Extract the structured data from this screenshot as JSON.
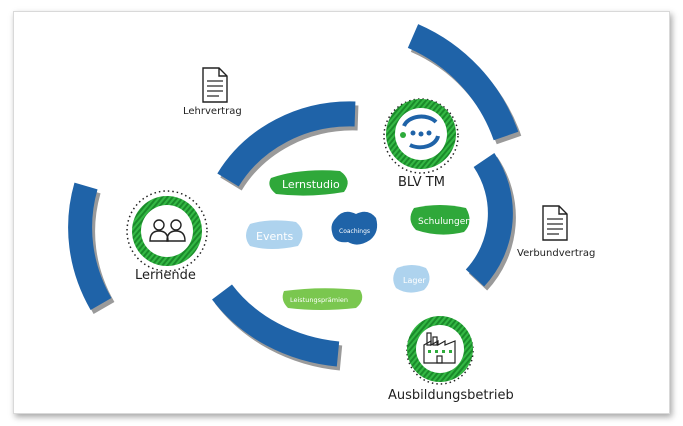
{
  "nodes": {
    "lernende": "Lernende",
    "blv": "BLV TM",
    "betrieb": "Ausbildungsbetrieb"
  },
  "contracts": {
    "lehrvertrag": "Lehrvertrag",
    "verbundvertrag": "Verbundvertrag"
  },
  "offers": {
    "lernstudio": "Lernstudio",
    "events": "Events",
    "coachings": "Coachings",
    "schulungen": "Schulungen",
    "lager": "Lager",
    "leistungspraemien": "Leistungsprämien"
  },
  "colors": {
    "ring_blue": "#1f63a8",
    "ring_shadow": "#9a9a9a",
    "green_dark": "#1a8a2a",
    "green_mid": "#2eab3b",
    "blob_blue": "#aed3ee",
    "blob_green": "#2fa83a"
  },
  "icons": [
    "document-icon",
    "people-icon",
    "blv-logo-icon",
    "factory-icon"
  ]
}
